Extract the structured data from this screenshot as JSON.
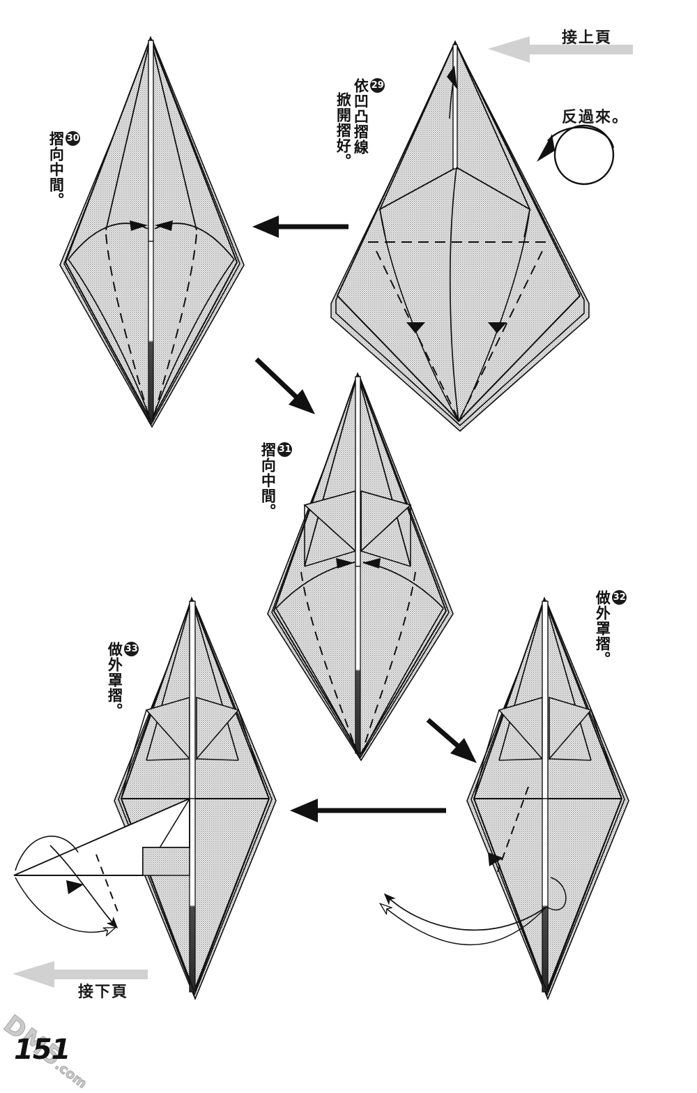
{
  "page": {
    "number": "151",
    "watermark": "DM5",
    "watermark_suffix": ".com",
    "background_color": "#ffffff",
    "paper_fill_color": "#c8c8c8",
    "line_color": "#111111"
  },
  "header": {
    "continue_from_prev_label": "接上頁",
    "flip_over_label": "反過來。"
  },
  "footer": {
    "continue_next_label": "接下頁"
  },
  "steps": [
    {
      "id": "step-29",
      "number": "29",
      "text_lines": [
        "依凹凸摺線",
        "掀開摺好。"
      ],
      "full_text": "依凹凸摺線掀開摺好。"
    },
    {
      "id": "step-30",
      "number": "30",
      "text_lines": [
        "摺向中間。"
      ],
      "full_text": "摺向中間。"
    },
    {
      "id": "step-31",
      "number": "31",
      "text_lines": [
        "摺向中間。"
      ],
      "full_text": "摺向中間。"
    },
    {
      "id": "step-32",
      "number": "32",
      "text_lines": [
        "做外罩摺。"
      ],
      "full_text": "做外罩摺。"
    },
    {
      "id": "step-33",
      "number": "33",
      "text_lines": [
        "做外罩摺。"
      ],
      "full_text": "做外罩摺。"
    }
  ],
  "icons": {
    "flip_over": "rotate-flip-icon",
    "prev_page_arrow": "halftone-left-arrow-icon",
    "next_page_arrow": "halftone-left-arrow-icon",
    "transition_left": "solid-left-arrow-icon",
    "transition_diagonal": "solid-diagonal-arrow-icon"
  }
}
